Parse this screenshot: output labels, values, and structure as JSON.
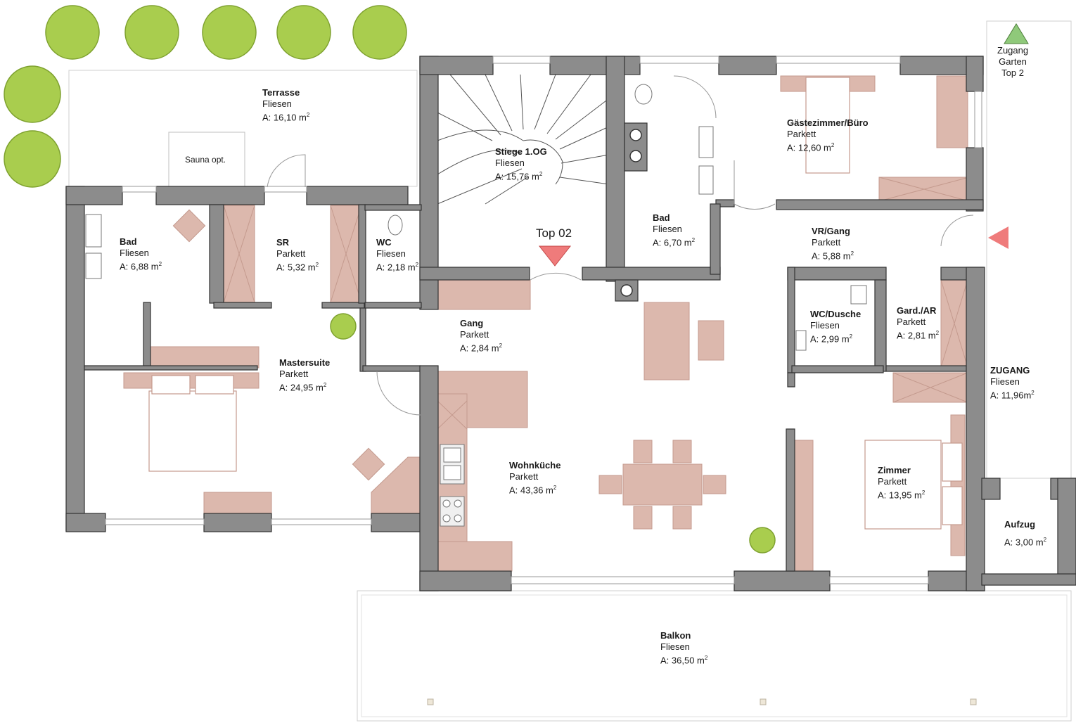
{
  "rooms": {
    "terrasse": {
      "name": "Terrasse",
      "floor": "Fliesen",
      "area": "A: 16,10 m",
      "sup": "2"
    },
    "bad1": {
      "name": "Bad",
      "floor": "Fliesen",
      "area": "A: 6,88 m",
      "sup": "2"
    },
    "sr": {
      "name": "SR",
      "floor": "Parkett",
      "area": "A: 5,32 m",
      "sup": "2"
    },
    "wc": {
      "name": "WC",
      "floor": "Fliesen",
      "area": "A: 2,18 m",
      "sup": "2"
    },
    "stiege": {
      "name": "Stiege 1.OG",
      "floor": "Fliesen",
      "area": "A: 15,76 m",
      "sup": "2"
    },
    "bad2": {
      "name": "Bad",
      "floor": "Fliesen",
      "area": "A: 6,70 m",
      "sup": "2"
    },
    "gaeste": {
      "name": "Gästezimmer/Büro",
      "floor": "Parkett",
      "area": "A: 12,60 m",
      "sup": "2"
    },
    "vrgang": {
      "name": "VR/Gang",
      "floor": "Parkett",
      "area": "A: 5,88 m",
      "sup": "2"
    },
    "gang": {
      "name": "Gang",
      "floor": "Parkett",
      "area": "A: 2,84 m",
      "sup": "2"
    },
    "wcdusche": {
      "name": "WC/Dusche",
      "floor": "Fliesen",
      "area": "A: 2,99 m",
      "sup": "2"
    },
    "gard": {
      "name": "Gard./AR",
      "floor": "Parkett",
      "area": "A: 2,81 m",
      "sup": "2"
    },
    "zugang": {
      "name": "ZUGANG",
      "floor": "Fliesen",
      "area": "A: 11,96m",
      "sup": "2"
    },
    "master": {
      "name": "Mastersuite",
      "floor": "Parkett",
      "area": "A: 24,95 m",
      "sup": "2"
    },
    "wohnkueche": {
      "name": "Wohnküche",
      "floor": "Parkett",
      "area": "A: 43,36 m",
      "sup": "2"
    },
    "zimmer": {
      "name": "Zimmer",
      "floor": "Parkett",
      "area": "A: 13,95 m",
      "sup": "2"
    },
    "aufzug": {
      "name": "Aufzug",
      "area": "A: 3,00 m",
      "sup": "2"
    },
    "balkon": {
      "name": "Balkon",
      "floor": "Fliesen",
      "area": "A: 36,50 m",
      "sup": "2"
    }
  },
  "labels": {
    "sauna": "Sauna opt.",
    "top02": "Top 02",
    "garden_line1": "Zugang",
    "garden_line2": "Garten",
    "garden_line3": "Top 2"
  },
  "colors": {
    "wall": "#8c8c8c",
    "wall_stroke": "#333333",
    "furniture": "#dcb8ad",
    "furniture_stroke": "#c49a8e",
    "marker_red": "#ef7b7b",
    "marker_green": "#8fc97a",
    "tree": "#a9cd4e",
    "tree_stroke": "#7ea12f"
  },
  "icons": [
    "entrance-arrow-icon",
    "garden-access-icon",
    "tree-icon",
    "plant-icon"
  ]
}
